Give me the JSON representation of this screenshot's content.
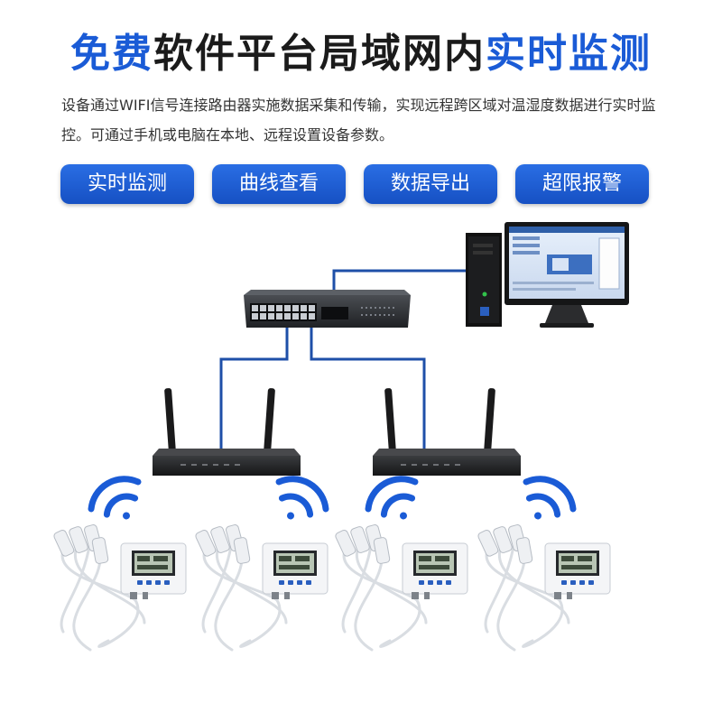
{
  "title": {
    "part1": "免费",
    "part2": "软件平台局域网内",
    "part3": "实时监测"
  },
  "description": "设备通过WIFI信号连接路由器实施数据采集和传输，实现远程跨区域对温湿度数据进行实时监控。可通过手机或电脑在本地、远程设置设备参数。",
  "features": [
    "实时监测",
    "曲线查看",
    "数据导出",
    "超限报警"
  ],
  "colors": {
    "brand_blue": "#1a5bd6",
    "title_dark": "#1b1b1b",
    "wire_blue": "#1e4fa8"
  },
  "icons": [
    "network-switch-icon",
    "desktop-computer-icon",
    "wifi-router-icon",
    "wifi-signal-icon",
    "data-logger-icon",
    "sensor-probe-icon"
  ]
}
